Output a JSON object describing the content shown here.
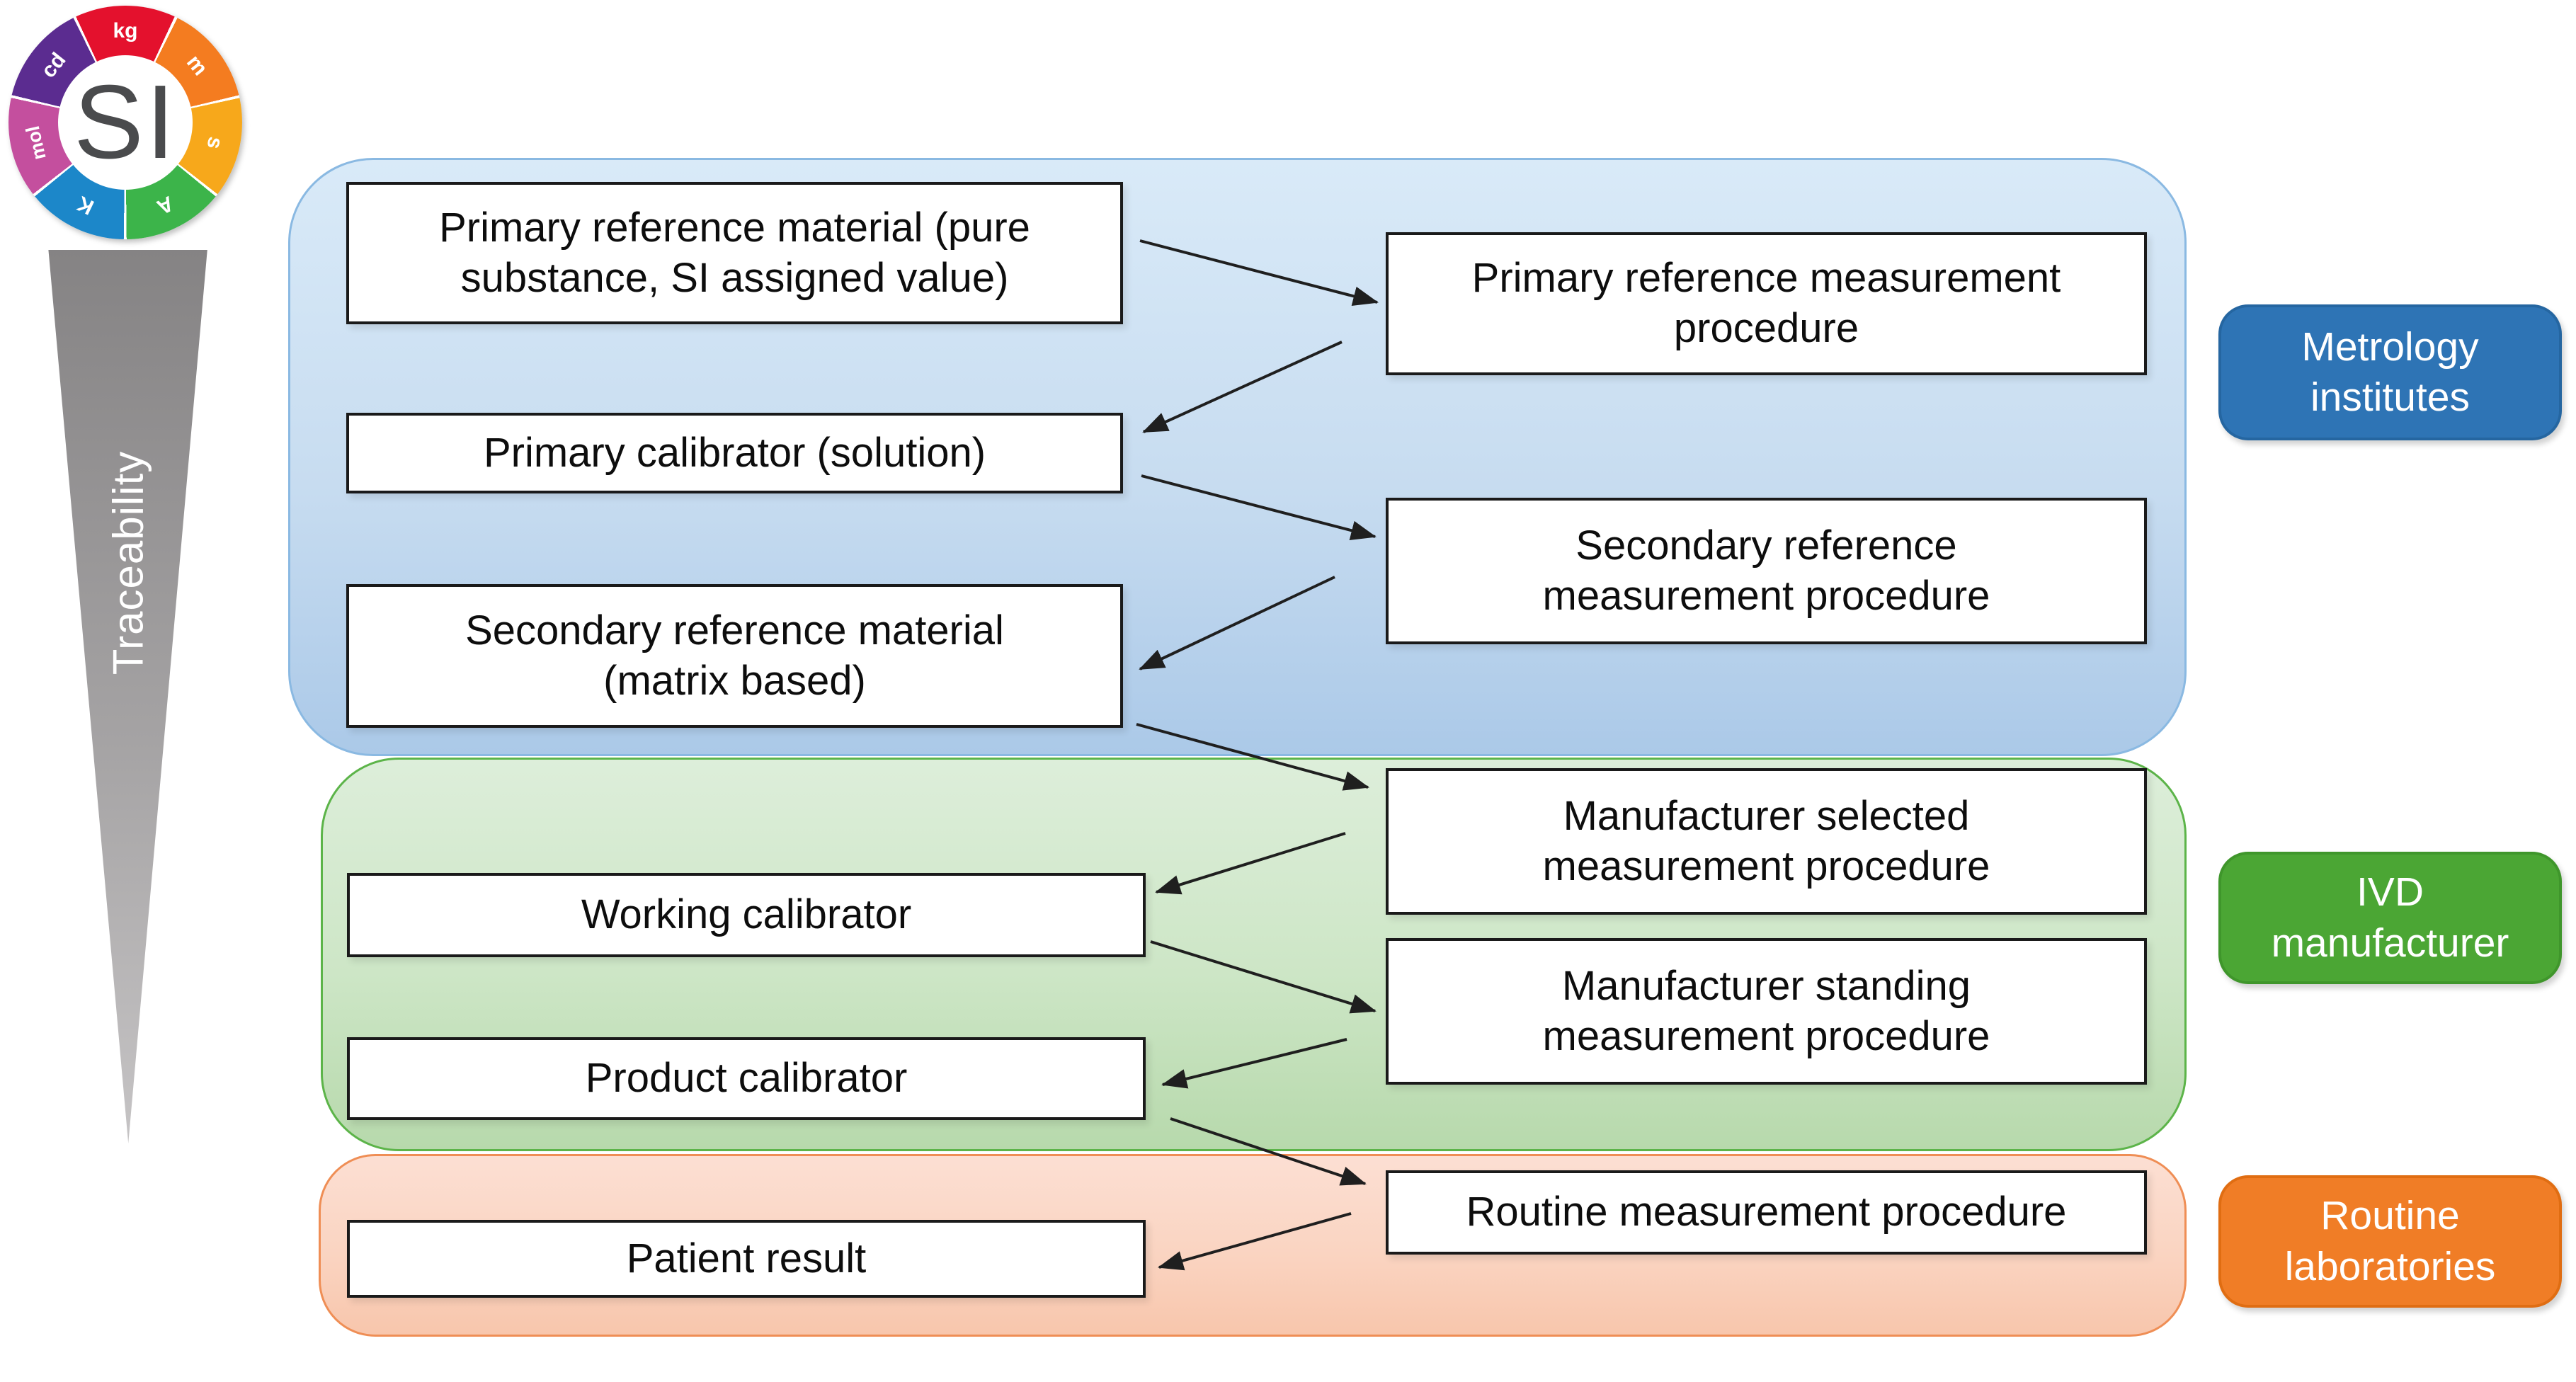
{
  "si_logo": {
    "center_text": "SI",
    "units": [
      {
        "label": "kg",
        "color": "#e4112d"
      },
      {
        "label": "m",
        "color": "#f47c20"
      },
      {
        "label": "s",
        "color": "#f7a81b"
      },
      {
        "label": "A",
        "color": "#3cb44a"
      },
      {
        "label": "K",
        "color": "#1c87c9"
      },
      {
        "label": "mol",
        "color": "#c44f9e"
      },
      {
        "label": "cd",
        "color": "#5b2c90"
      }
    ]
  },
  "traceability_label": "Traceability",
  "sectors": [
    {
      "id": "metrology",
      "label": "Metrology\ninstitutes",
      "fill": "#2e74b5",
      "border": "#2566a1"
    },
    {
      "id": "ivd",
      "label": "IVD\nmanufacturer",
      "fill": "#4ba634",
      "border": "#3f962b"
    },
    {
      "id": "routine",
      "label": "Routine\nlaboratories",
      "fill": "#f07d26",
      "border": "#e06d12"
    }
  ],
  "zones": [
    {
      "id": "metrology-zone",
      "fill_top": "#d9eaf8",
      "fill_bottom": "#abc9e8",
      "border": "#8ab9e2"
    },
    {
      "id": "ivd-zone",
      "fill_top": "#ddeeda",
      "fill_bottom": "#b7d9ac",
      "border": "#5cb449"
    },
    {
      "id": "routine-zone",
      "fill_top": "#fcdfd3",
      "fill_bottom": "#f8c6ac",
      "border": "#ef8e55"
    }
  ],
  "boxes": {
    "left": [
      {
        "id": "primary-reference-material",
        "label": "Primary reference material (pure\nsubstance, SI assigned value)"
      },
      {
        "id": "primary-calibrator",
        "label": "Primary calibrator (solution)"
      },
      {
        "id": "secondary-reference-material",
        "label": "Secondary reference material\n(matrix based)"
      },
      {
        "id": "working-calibrator",
        "label": "Working calibrator"
      },
      {
        "id": "product-calibrator",
        "label": "Product calibrator"
      },
      {
        "id": "patient-result",
        "label": "Patient result"
      }
    ],
    "right": [
      {
        "id": "primary-reference-measurement-procedure",
        "label": "Primary reference measurement\nprocedure"
      },
      {
        "id": "secondary-reference-measurement-procedure",
        "label": "Secondary reference\nmeasurement procedure"
      },
      {
        "id": "manufacturer-selected-measurement-procedure",
        "label": "Manufacturer selected\nmeasurement procedure"
      },
      {
        "id": "manufacturer-standing-measurement-procedure",
        "label": "Manufacturer standing\nmeasurement procedure"
      },
      {
        "id": "routine-measurement-procedure",
        "label": "Routine measurement procedure"
      }
    ]
  },
  "connections": [
    {
      "from": "primary-reference-material",
      "to": "primary-reference-measurement-procedure"
    },
    {
      "from": "primary-reference-measurement-procedure",
      "to": "primary-calibrator"
    },
    {
      "from": "primary-calibrator",
      "to": "secondary-reference-measurement-procedure"
    },
    {
      "from": "secondary-reference-measurement-procedure",
      "to": "secondary-reference-material"
    },
    {
      "from": "secondary-reference-material",
      "to": "manufacturer-selected-measurement-procedure"
    },
    {
      "from": "manufacturer-selected-measurement-procedure",
      "to": "working-calibrator"
    },
    {
      "from": "working-calibrator",
      "to": "manufacturer-standing-measurement-procedure"
    },
    {
      "from": "manufacturer-standing-measurement-procedure",
      "to": "product-calibrator"
    },
    {
      "from": "product-calibrator",
      "to": "routine-measurement-procedure"
    },
    {
      "from": "routine-measurement-procedure",
      "to": "patient-result"
    }
  ]
}
